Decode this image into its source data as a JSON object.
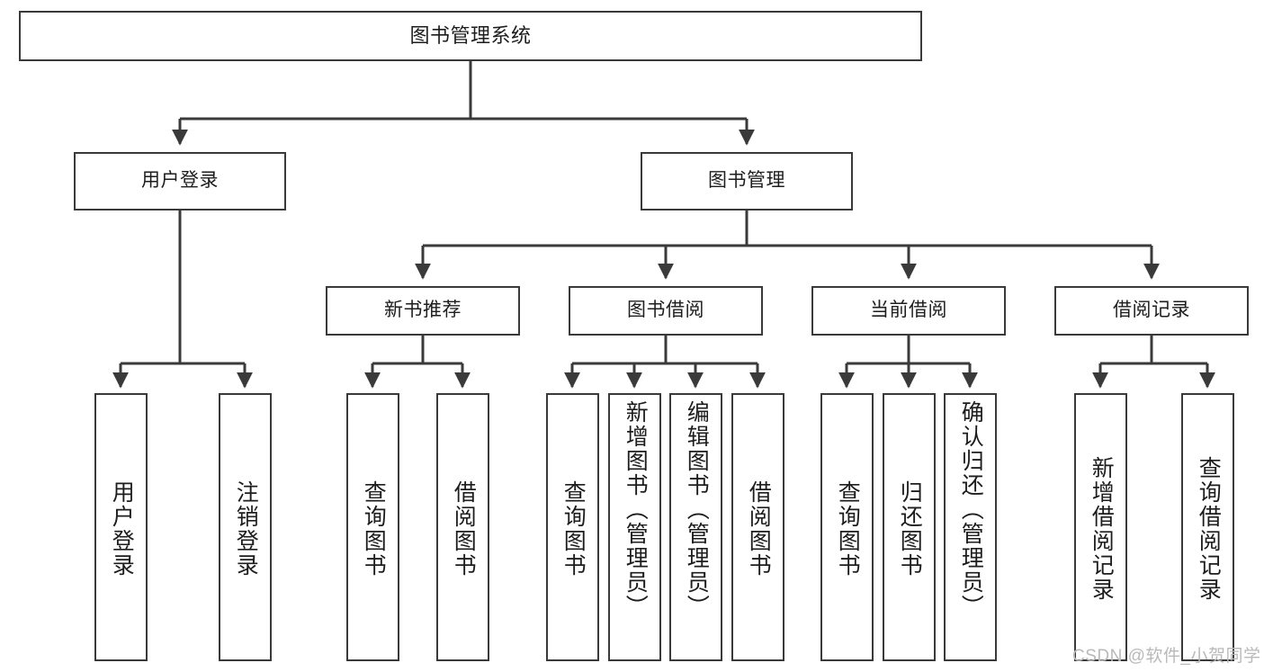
{
  "diagram": {
    "title": "图书管理系统",
    "type": "hierarchy-tree",
    "watermark": "CSDN @软件_小贺同学",
    "colors": {
      "box_border": "#3a3a3a",
      "box_fill": "#ffffff",
      "connector": "#3a3a3a",
      "text": "#1d1d1d",
      "watermark": "#b9b9b9"
    },
    "levels": [
      {
        "level": 1,
        "labels": [
          "图书管理系统"
        ]
      },
      {
        "level": 2,
        "labels": [
          "用户登录",
          "图书管理"
        ]
      },
      {
        "level": 3,
        "labels": [
          "新书推荐",
          "图书借阅",
          "当前借阅",
          "借阅记录"
        ]
      },
      {
        "level": 4,
        "labels": [
          "用户登录",
          "注销登录",
          "查询图书",
          "借阅图书",
          "查询图书",
          "新增图书（管理员）",
          "编辑图书（管理员）",
          "借阅图书",
          "查询图书",
          "归还图书",
          "确认归还（管理员）",
          "新增借阅记录",
          "查询借阅记录"
        ]
      }
    ],
    "nodes": {
      "root": {
        "label": "图书管理系统"
      },
      "user_login": {
        "label": "用户登录"
      },
      "book_manage": {
        "label": "图书管理"
      },
      "new_book_rec": {
        "label": "新书推荐"
      },
      "book_borrow": {
        "label": "图书借阅"
      },
      "current_borrow": {
        "label": "当前借阅"
      },
      "borrow_record": {
        "label": "借阅记录"
      },
      "leaf_user_login": {
        "label": "用户登录"
      },
      "leaf_logout": {
        "label": "注销登录"
      },
      "leaf_query_book_1": {
        "label": "查询图书"
      },
      "leaf_borrow_book_1": {
        "label": "借阅图书"
      },
      "leaf_query_book_2": {
        "label": "查询图书"
      },
      "leaf_add_book": {
        "label": "新增图书（管理员）"
      },
      "leaf_edit_book": {
        "label": "编辑图书（管理员）"
      },
      "leaf_borrow_book_2": {
        "label": "借阅图书"
      },
      "leaf_query_book_3": {
        "label": "查询图书"
      },
      "leaf_return_book": {
        "label": "归还图书"
      },
      "leaf_confirm_return": {
        "label": "确认归还（管理员）"
      },
      "leaf_add_record": {
        "label": "新增借阅记录"
      },
      "leaf_query_record": {
        "label": "查询借阅记录"
      }
    },
    "edges": [
      {
        "from": "root",
        "to": "user_login"
      },
      {
        "from": "root",
        "to": "book_manage"
      },
      {
        "from": "user_login",
        "to": "leaf_user_login"
      },
      {
        "from": "user_login",
        "to": "leaf_logout"
      },
      {
        "from": "book_manage",
        "to": "new_book_rec"
      },
      {
        "from": "book_manage",
        "to": "book_borrow"
      },
      {
        "from": "book_manage",
        "to": "current_borrow"
      },
      {
        "from": "book_manage",
        "to": "borrow_record"
      },
      {
        "from": "new_book_rec",
        "to": "leaf_query_book_1"
      },
      {
        "from": "new_book_rec",
        "to": "leaf_borrow_book_1"
      },
      {
        "from": "book_borrow",
        "to": "leaf_query_book_2"
      },
      {
        "from": "book_borrow",
        "to": "leaf_add_book"
      },
      {
        "from": "book_borrow",
        "to": "leaf_edit_book"
      },
      {
        "from": "book_borrow",
        "to": "leaf_borrow_book_2"
      },
      {
        "from": "current_borrow",
        "to": "leaf_query_book_3"
      },
      {
        "from": "current_borrow",
        "to": "leaf_return_book"
      },
      {
        "from": "current_borrow",
        "to": "leaf_confirm_return"
      },
      {
        "from": "borrow_record",
        "to": "leaf_add_record"
      },
      {
        "from": "borrow_record",
        "to": "leaf_query_record"
      }
    ]
  }
}
